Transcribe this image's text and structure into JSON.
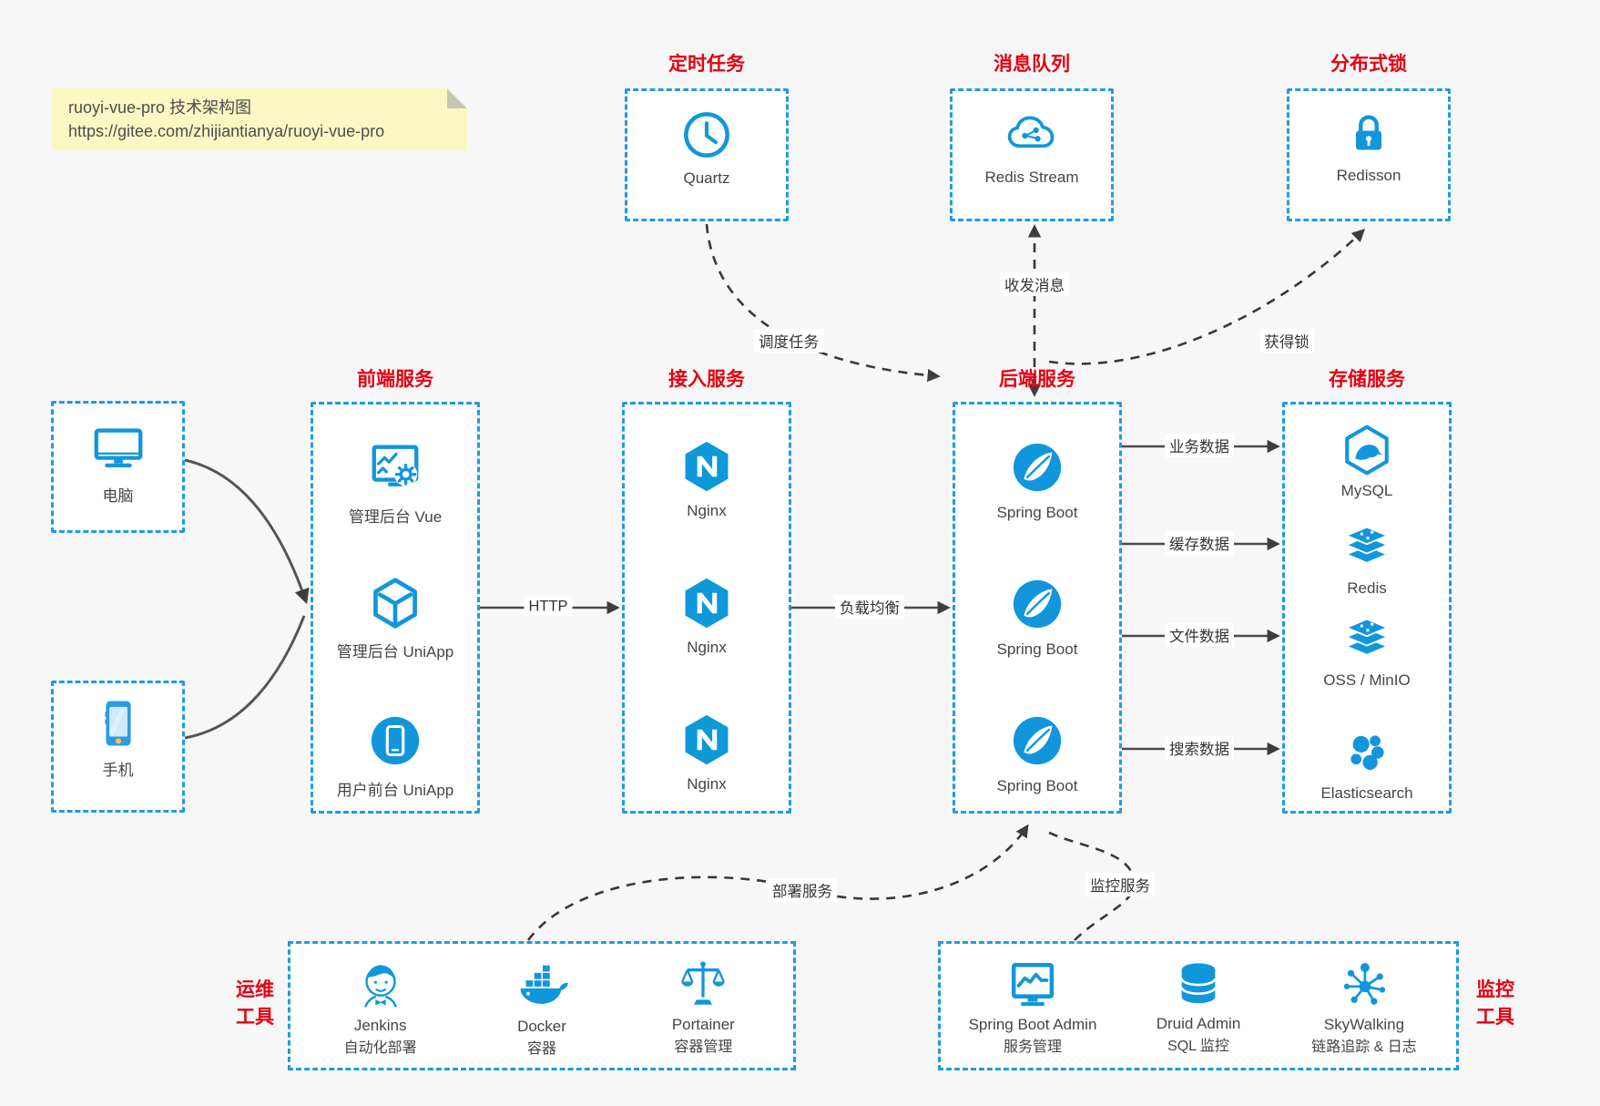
{
  "note": {
    "title": "ruoyi-vue-pro 技术架构图",
    "url": "https://gitee.com/zhijiantianya/ruoyi-vue-pro"
  },
  "colors": {
    "icon_blue": "#1296db",
    "border_blue": "#1e9be5",
    "title_red": "#e60012",
    "arrow_gray": "#3d3d3d",
    "note_yellow": "#fbf7c3",
    "background": "#f7f7f7"
  },
  "top_groups": [
    {
      "title": "定时任务",
      "icon": "clock-icon",
      "label": "Quartz"
    },
    {
      "title": "消息队列",
      "icon": "cloud-network-icon",
      "label": "Redis Stream"
    },
    {
      "title": "分布式锁",
      "icon": "lock-icon",
      "label": "Redisson"
    }
  ],
  "clients": [
    {
      "label": "电脑",
      "icon": "desktop-icon"
    },
    {
      "label": "手机",
      "icon": "smartphone-icon"
    }
  ],
  "service_columns": [
    {
      "title": "前端服务",
      "items": [
        {
          "icon": "admin-monitor-gear-icon",
          "label": "管理后台 Vue"
        },
        {
          "icon": "cube-icon",
          "label": "管理后台 UniApp"
        },
        {
          "icon": "phone-circle-icon",
          "label": "用户前台 UniApp"
        }
      ]
    },
    {
      "title": "接入服务",
      "items": [
        {
          "icon": "nginx-icon",
          "label": "Nginx"
        },
        {
          "icon": "nginx-icon",
          "label": "Nginx"
        },
        {
          "icon": "nginx-icon",
          "label": "Nginx"
        }
      ]
    },
    {
      "title": "后端服务",
      "items": [
        {
          "icon": "spring-icon",
          "label": "Spring Boot"
        },
        {
          "icon": "spring-icon",
          "label": "Spring Boot"
        },
        {
          "icon": "spring-icon",
          "label": "Spring Boot"
        }
      ]
    },
    {
      "title": "存储服务",
      "items": [
        {
          "icon": "mysql-icon",
          "label": "MySQL"
        },
        {
          "icon": "redis-stack-icon",
          "label": "Redis"
        },
        {
          "icon": "redis-stack-icon",
          "label": "OSS / MinIO"
        },
        {
          "icon": "elasticsearch-icon",
          "label": "Elasticsearch"
        }
      ]
    }
  ],
  "edge_labels": {
    "http": "HTTP",
    "load_balance": "负载均衡",
    "schedule": "调度任务",
    "message": "收发消息",
    "lock": "获得锁",
    "business": "业务数据",
    "cache": "缓存数据",
    "file": "文件数据",
    "search": "搜索数据",
    "deploy": "部署服务",
    "monitor": "监控服务"
  },
  "tool_groups": [
    {
      "side_line1": "运维",
      "side_line2": "工具",
      "items": [
        {
          "icon": "jenkins-icon",
          "name": "Jenkins",
          "desc": "自动化部署"
        },
        {
          "icon": "docker-icon",
          "name": "Docker",
          "desc": "容器"
        },
        {
          "icon": "portainer-icon",
          "name": "Portainer",
          "desc": "容器管理"
        }
      ]
    },
    {
      "side_line1": "监控",
      "side_line2": "工具",
      "items": [
        {
          "icon": "spring-boot-admin-icon",
          "name": "Spring Boot Admin",
          "desc": "服务管理"
        },
        {
          "icon": "druid-icon",
          "name": "Druid Admin",
          "desc": "SQL 监控"
        },
        {
          "icon": "skywalking-icon",
          "name": "SkyWalking",
          "desc": "链路追踪 & 日志"
        }
      ]
    }
  ]
}
